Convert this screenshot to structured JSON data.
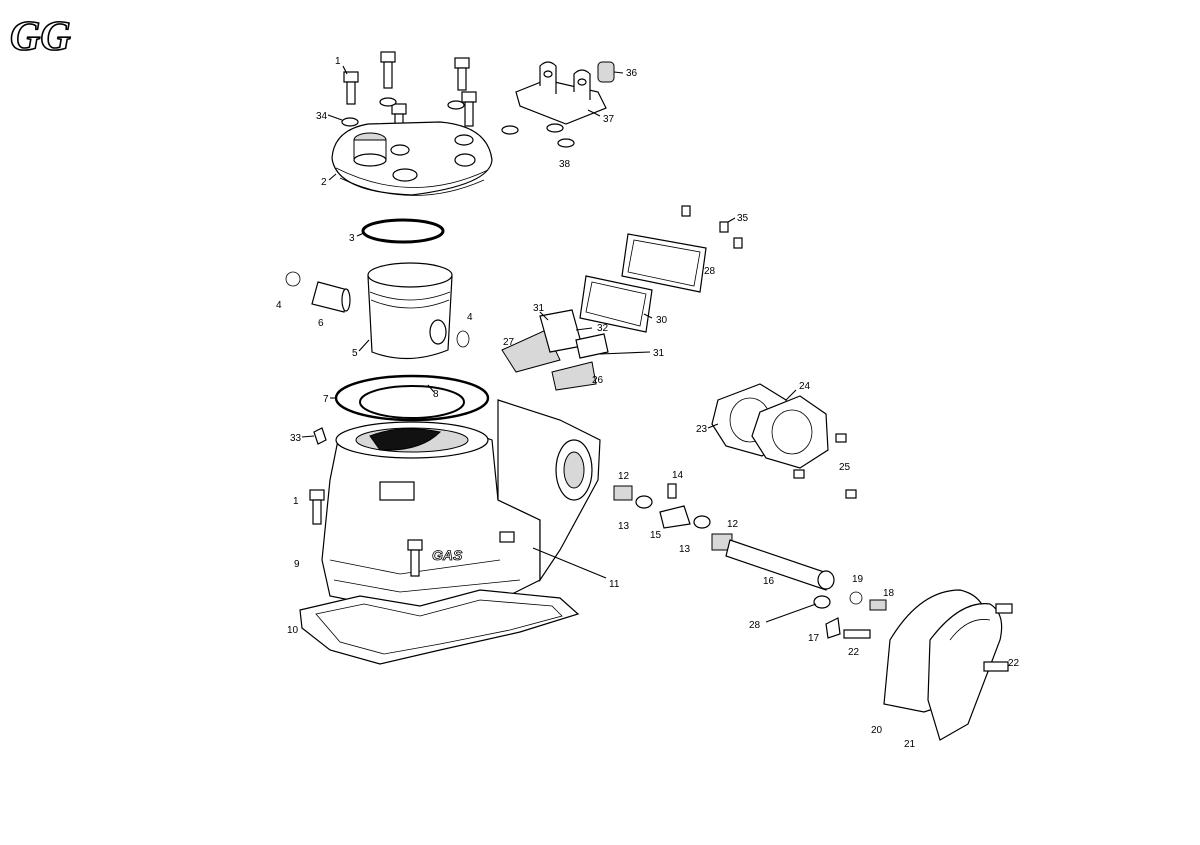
{
  "logo": {
    "text": "GG"
  },
  "callouts": [
    {
      "id": "c1a",
      "text": "1"
    },
    {
      "id": "c34",
      "text": "34"
    },
    {
      "id": "c2",
      "text": "2"
    },
    {
      "id": "c3",
      "text": "3"
    },
    {
      "id": "c4a",
      "text": "4"
    },
    {
      "id": "c6",
      "text": "6"
    },
    {
      "id": "c5",
      "text": "5"
    },
    {
      "id": "c4b",
      "text": "4"
    },
    {
      "id": "c7",
      "text": "7"
    },
    {
      "id": "c8",
      "text": "8"
    },
    {
      "id": "c33",
      "text": "33"
    },
    {
      "id": "c1b",
      "text": "1"
    },
    {
      "id": "c9",
      "text": "9"
    },
    {
      "id": "c10",
      "text": "10"
    },
    {
      "id": "c11",
      "text": "11"
    },
    {
      "id": "c36",
      "text": "36"
    },
    {
      "id": "c37",
      "text": "37"
    },
    {
      "id": "c38",
      "text": "38"
    },
    {
      "id": "c35",
      "text": "35"
    },
    {
      "id": "c28a",
      "text": "28"
    },
    {
      "id": "c30",
      "text": "30"
    },
    {
      "id": "c31a",
      "text": "31"
    },
    {
      "id": "c32",
      "text": "32"
    },
    {
      "id": "c31b",
      "text": "31"
    },
    {
      "id": "c27",
      "text": "27"
    },
    {
      "id": "c26",
      "text": "26"
    },
    {
      "id": "c24",
      "text": "24"
    },
    {
      "id": "c23",
      "text": "23"
    },
    {
      "id": "c25",
      "text": "25"
    },
    {
      "id": "c12a",
      "text": "12"
    },
    {
      "id": "c14",
      "text": "14"
    },
    {
      "id": "c13a",
      "text": "13"
    },
    {
      "id": "c15",
      "text": "15"
    },
    {
      "id": "c13b",
      "text": "13"
    },
    {
      "id": "c12b",
      "text": "12"
    },
    {
      "id": "c16",
      "text": "16"
    },
    {
      "id": "c19",
      "text": "19"
    },
    {
      "id": "c18",
      "text": "18"
    },
    {
      "id": "c28b",
      "text": "28"
    },
    {
      "id": "c17",
      "text": "17"
    },
    {
      "id": "c22a",
      "text": "22"
    },
    {
      "id": "c22b",
      "text": "22"
    },
    {
      "id": "c20",
      "text": "20"
    },
    {
      "id": "c21",
      "text": "21"
    }
  ]
}
